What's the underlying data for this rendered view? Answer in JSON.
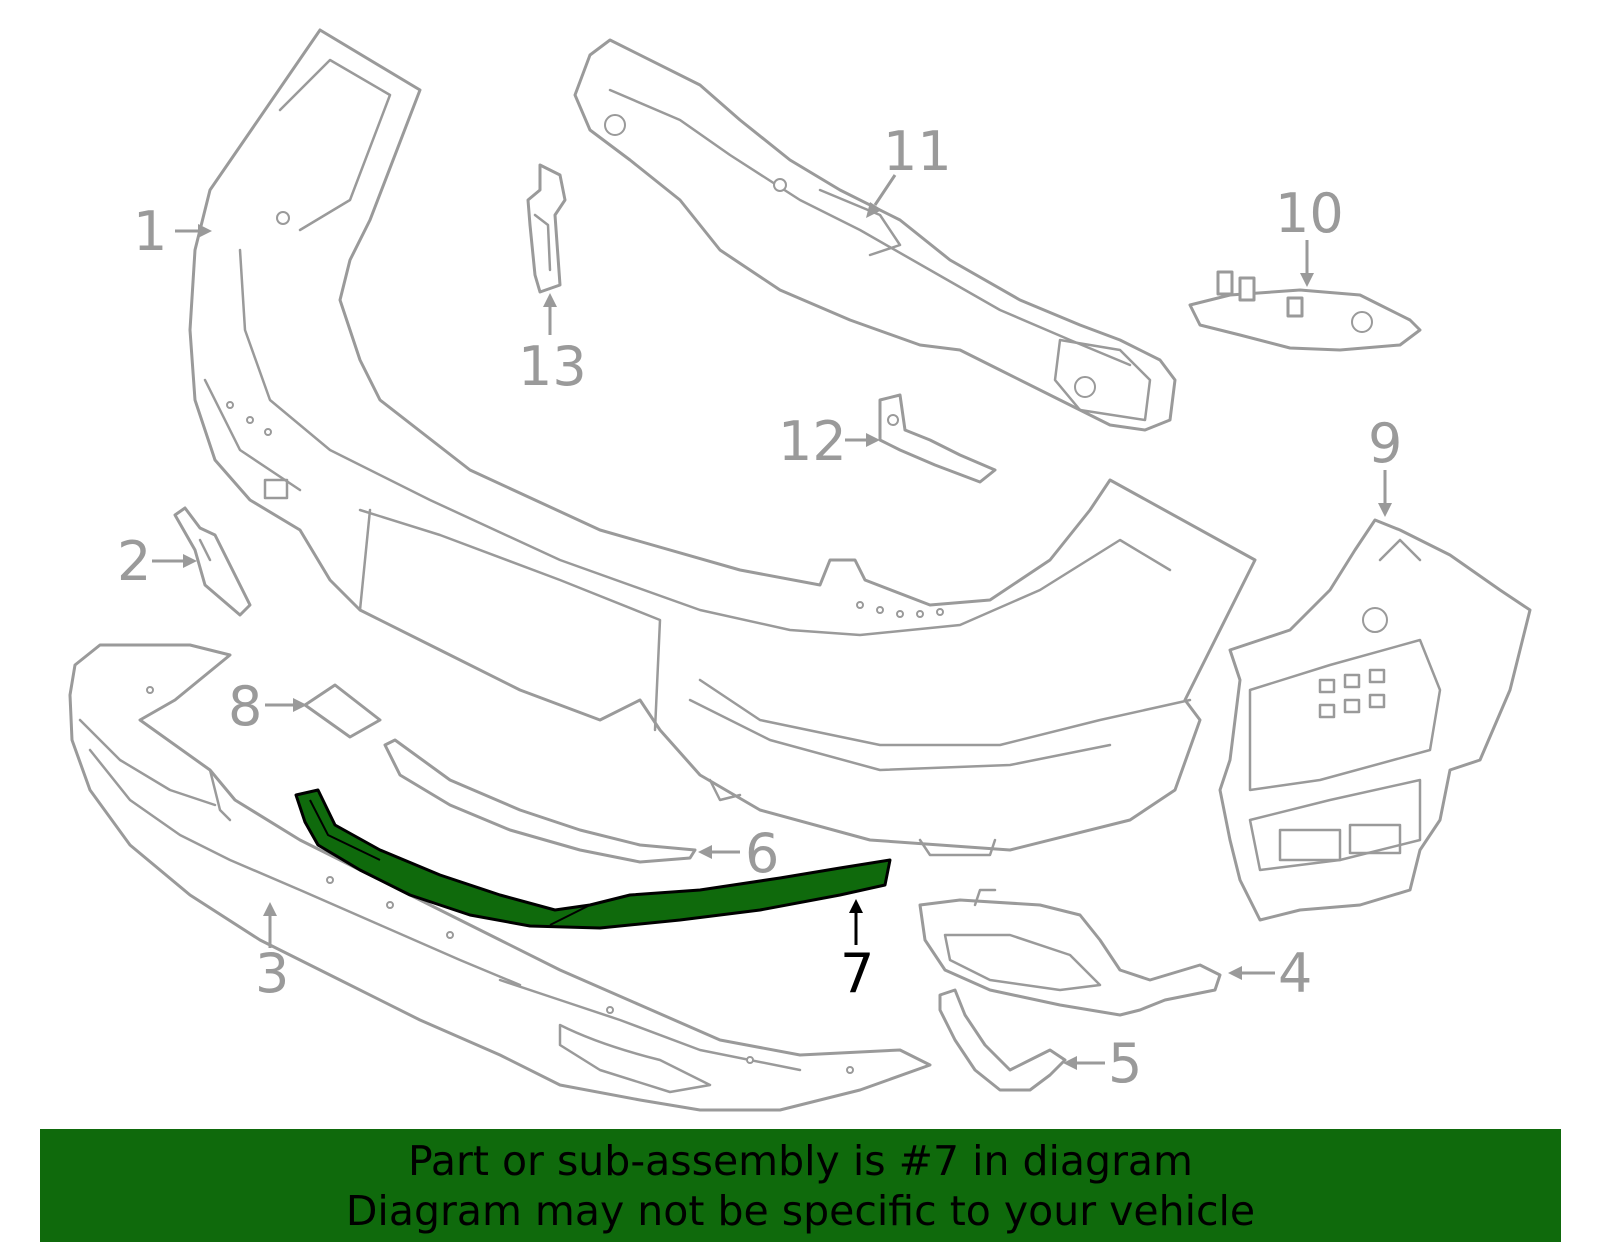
{
  "callouts": {
    "c1": "1",
    "c2": "2",
    "c3": "3",
    "c4": "4",
    "c5": "5",
    "c6": "6",
    "c7": "7",
    "c8": "8",
    "c9": "9",
    "c10": "10",
    "c11": "11",
    "c12": "12",
    "c13": "13"
  },
  "highlighted_part": "7",
  "colors": {
    "highlight": "#0f6a0c",
    "line_art": "#9a9a9a",
    "banner_text": "#000000"
  },
  "banner": {
    "line1": "Part or sub-assembly is #7 in diagram",
    "line2": "Diagram may not be specific to your vehicle"
  }
}
